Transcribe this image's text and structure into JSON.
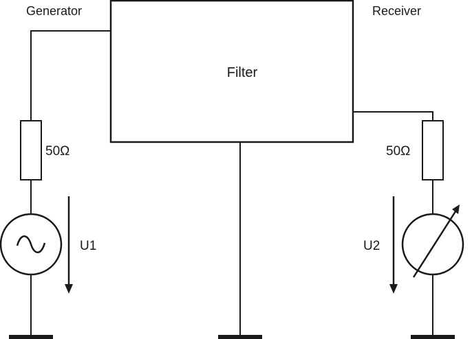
{
  "labels": {
    "generator": "Generator",
    "receiver": "Receiver",
    "filter": "Filter",
    "r_left": "50Ω",
    "r_right": "50Ω",
    "u1": "U1",
    "u2": "U2"
  }
}
